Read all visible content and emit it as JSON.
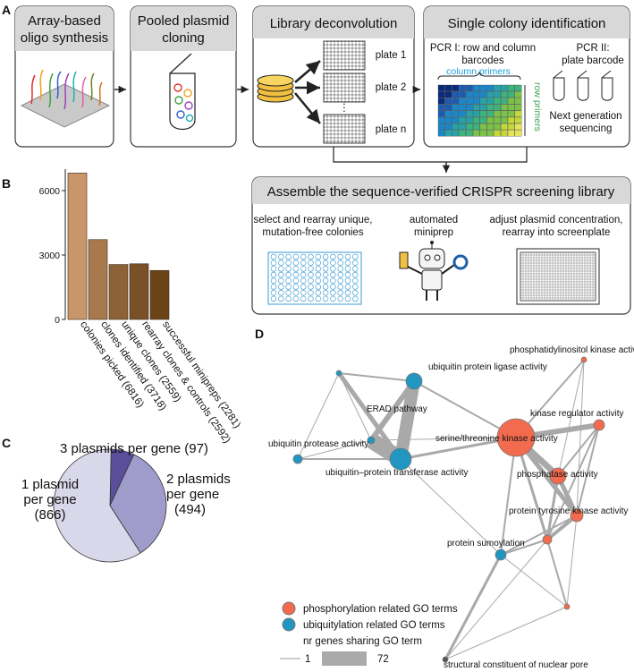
{
  "panels": {
    "a": "A",
    "b": "B",
    "c": "C",
    "d": "D"
  },
  "workflow": {
    "step1": [
      "Array-based",
      "oligo synthesis"
    ],
    "step2": [
      "Pooled plasmid",
      "cloning"
    ],
    "step3": "Library deconvolution",
    "step4": "Single colony identification",
    "plates": [
      "plate 1",
      "plate 2",
      "⋮",
      "plate n"
    ],
    "pcr1": [
      "PCR I: row and column",
      "barcodes"
    ],
    "pcr2": [
      "PCR II:",
      "plate barcode"
    ],
    "column_primers": "column primers",
    "row_primers": "row primers",
    "ngs": [
      "Next generation",
      "sequencing"
    ]
  },
  "assemble": {
    "title": "Assemble the sequence-verified CRISPR screening library",
    "sub1": [
      "select and rearray unique,",
      "mutation-free colonies"
    ],
    "sub2": [
      "automated",
      "miniprep"
    ],
    "sub3": [
      "adjust plasmid concentration,",
      "rearray into screenplate"
    ]
  },
  "chart_data": [
    {
      "type": "bar",
      "categories": [
        "colonies picked (6816)",
        "clones identified (3718)",
        "unique clones (2559)",
        "rearray clones & controls (2592)",
        "successful minipreps (2281)"
      ],
      "values": [
        6816,
        3718,
        2559,
        2592,
        2281
      ],
      "yticks": [
        "6000",
        "3000",
        "0"
      ],
      "ylim": [
        0,
        7000
      ],
      "colors": [
        "#c9956a",
        "#a8794d",
        "#8e6238",
        "#7a5029",
        "#6b4318"
      ]
    },
    {
      "type": "pie",
      "labels": [
        "1 plasmid per gene (866)",
        "2 plasmids per gene (494)",
        "3 plasmids per gene (97)"
      ],
      "values": [
        866,
        494,
        97
      ],
      "colors": [
        "#d9d8ea",
        "#9f9ccb",
        "#5b4f9c"
      ]
    }
  ],
  "pie_labels": {
    "one": [
      "1 plasmid",
      "per gene",
      "(866)"
    ],
    "two": [
      "2 plasmids",
      "per gene",
      "(494)"
    ],
    "three": "3 plasmids per gene (97)"
  },
  "network": {
    "nodes": [
      {
        "label": "ubiquitin protein ligase activity",
        "type": "ubiquitylation"
      },
      {
        "label": "ERAD pathway",
        "type": "ubiquitylation"
      },
      {
        "label": "ubiquitin protease activity",
        "type": "ubiquitylation"
      },
      {
        "label": "ubiquitin–protein transferase activity",
        "type": "ubiquitylation"
      },
      {
        "label": "serine/threonine kinase activity",
        "type": "phosphorylation"
      },
      {
        "label": "phosphatidylinositol kinase activity",
        "type": "phosphorylation"
      },
      {
        "label": "kinase regulator activity",
        "type": "phosphorylation"
      },
      {
        "label": "phosphatase activity",
        "type": "phosphorylation"
      },
      {
        "label": "protein tyrosine kinase activity",
        "type": "phosphorylation"
      },
      {
        "label": "protein sumoylation",
        "type": "ubiquitylation"
      },
      {
        "label": "structural constituent of nuclear pore",
        "type": "other"
      }
    ],
    "legend": {
      "phospho": "phosphorylation related GO terms",
      "ubiq": "ubiquitylation related GO terms",
      "width_title": "nr genes sharing GO term",
      "min": "1",
      "max": "72"
    },
    "colors": {
      "phospho": "#f26b4e",
      "ubiq": "#2196c0"
    }
  }
}
